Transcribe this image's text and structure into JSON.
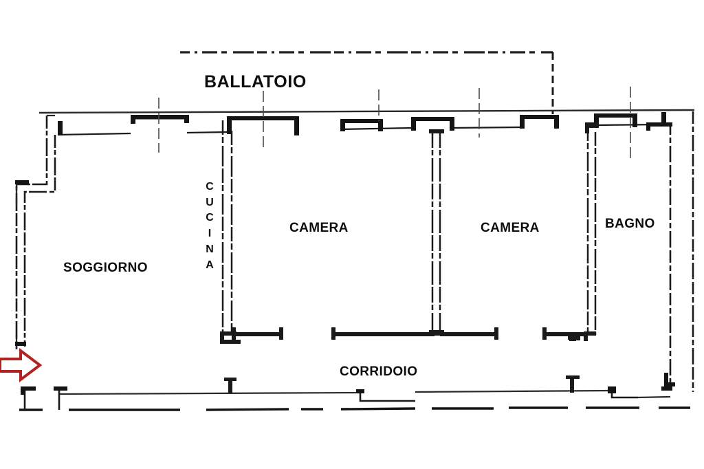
{
  "document": {
    "type": "floor-plan",
    "language": "it",
    "background_color": "#ffffff",
    "wall_color": "#1a1a1a",
    "arrow_color": "#b32222"
  },
  "labels": {
    "ballatoio": "BALLATOIO",
    "soggiorno": "SOGGIORNO",
    "cucina": "CUCINA",
    "camera_1": "CAMERA",
    "camera_2": "CAMERA",
    "bagno": "BAGNO",
    "corridoio": "CORRIDOIO"
  },
  "annotations": {
    "entrance_arrow": {
      "icon": "arrow-right-icon",
      "color": "#b32222",
      "direction": "right"
    }
  }
}
